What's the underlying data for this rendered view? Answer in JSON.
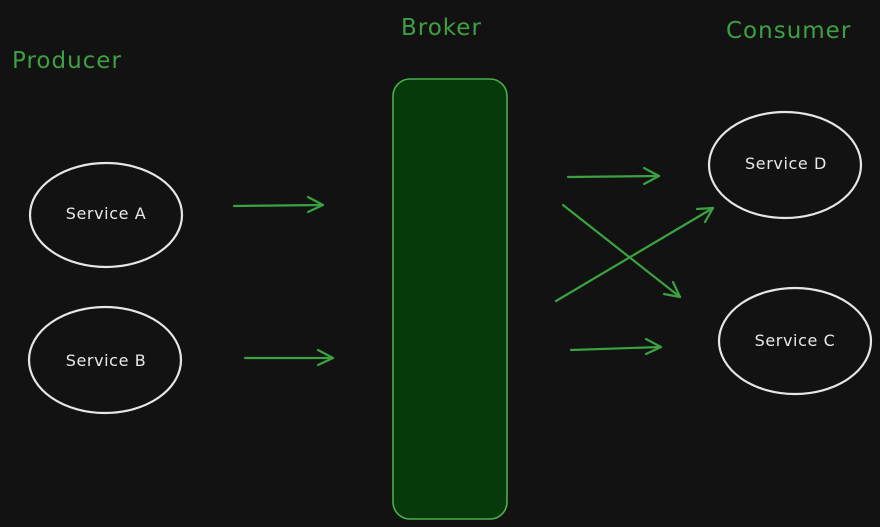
{
  "headers": {
    "producer": "Producer",
    "broker": "Broker",
    "consumer": "Consumer"
  },
  "nodes": {
    "service_a": "Service A",
    "service_b": "Service B",
    "service_c": "Service C",
    "service_d": "Service D"
  },
  "colors": {
    "background": "#121212",
    "accent_green": "#3fa043",
    "broker_fill": "#063a0b",
    "node_stroke": "#e6e6e6"
  }
}
